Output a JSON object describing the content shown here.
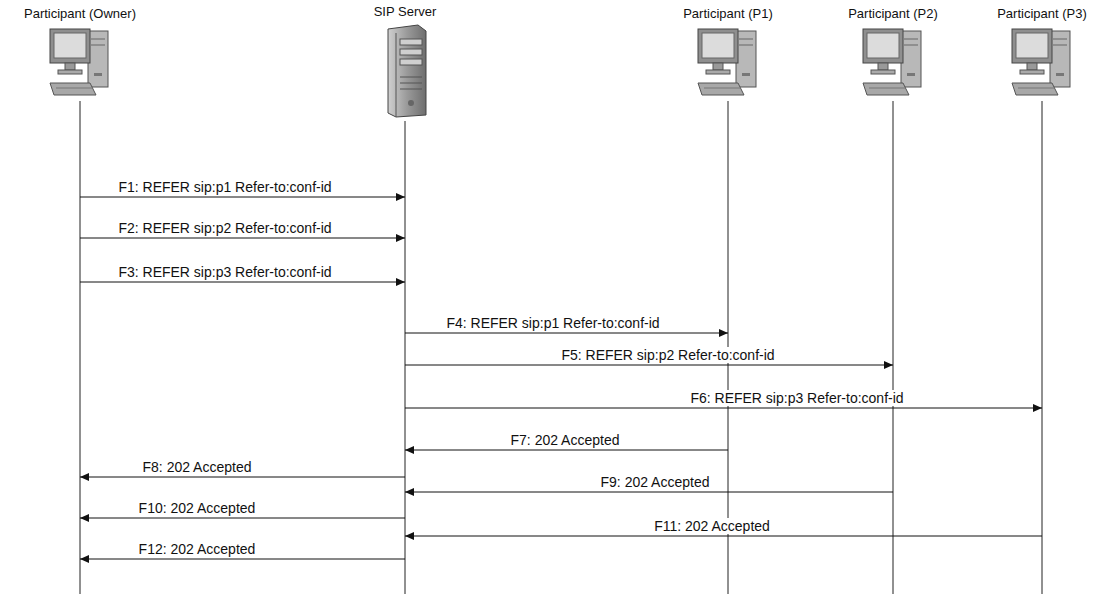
{
  "diagram": {
    "nodes": [
      {
        "text": [
          "Participant (Owner)"
        ]
      },
      {
        "text": [
          "SIP Server"
        ]
      },
      {
        "text": [
          "Participant (P1)"
        ]
      },
      {
        "text": [
          "Participant (P2)"
        ]
      },
      {
        "text": [
          "Participant (P3)"
        ]
      }
    ],
    "edges": [
      {
        "from": 0,
        "to": 1,
        "arrow": "to",
        "label": "F1: REFER sip:p1 Refer-to:conf-id"
      },
      {
        "from": 0,
        "to": 1,
        "arrow": "to",
        "label": "F2: REFER sip:p2 Refer-to:conf-id"
      },
      {
        "from": 0,
        "to": 1,
        "arrow": "to",
        "label": "F3: REFER sip:p3 Refer-to:conf-id"
      },
      {
        "from": 1,
        "to": 2,
        "arrow": "to",
        "label": "F4: REFER sip:p1 Refer-to:conf-id"
      },
      {
        "from": 1,
        "to": 3,
        "arrow": "to",
        "label": "F5: REFER sip:p2 Refer-to:conf-id"
      },
      {
        "from": 1,
        "to": 4,
        "arrow": "to",
        "label": "F6: REFER sip:p3 Refer-to:conf-id"
      },
      {
        "from": 2,
        "to": 1,
        "arrow": "to",
        "label": "F7: 202 Accepted"
      },
      {
        "from": 1,
        "to": 0,
        "arrow": "to",
        "label": "F8: 202 Accepted"
      },
      {
        "from": 3,
        "to": 1,
        "arrow": "to",
        "label": "F9: 202 Accepted"
      },
      {
        "from": 1,
        "to": 0,
        "arrow": "to",
        "label": "F10: 202 Accepted"
      },
      {
        "from": 4,
        "to": 1,
        "arrow": "to",
        "label": "F11: 202 Accepted"
      },
      {
        "from": 1,
        "to": 0,
        "arrow": "to",
        "label": "F12: 202 Accepted"
      }
    ]
  }
}
